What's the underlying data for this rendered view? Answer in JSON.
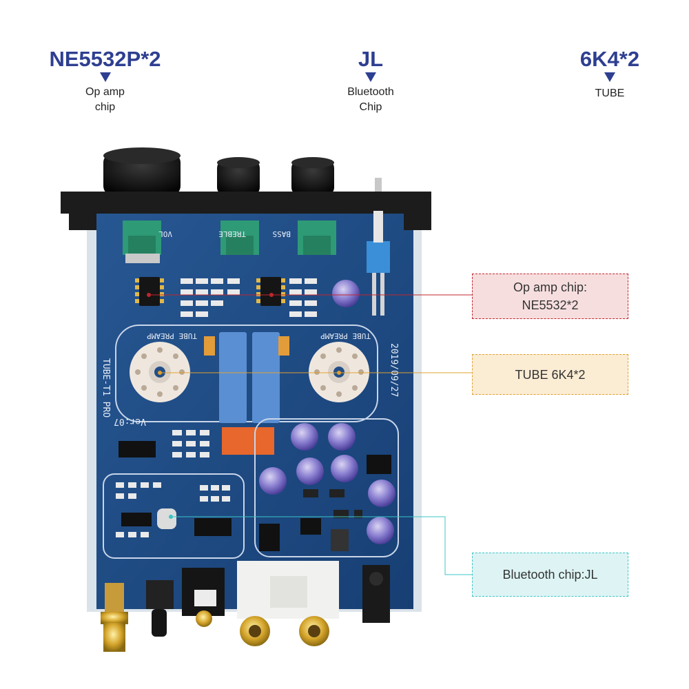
{
  "top_labels": [
    {
      "title": "NE5532P*2",
      "desc_line1": "Op amp",
      "desc_line2": "chip"
    },
    {
      "title": "JL",
      "desc_line1": "Bluetooth",
      "desc_line2": "Chip"
    },
    {
      "title": "6K4*2",
      "desc_line1": "TUBE",
      "desc_line2": ""
    }
  ],
  "callouts": [
    {
      "line1": "Op amp chip:",
      "line2": "NE5532*2"
    },
    {
      "line1": "TUBE 6K4*2",
      "line2": ""
    },
    {
      "line1": "Bluetooth chip:JL",
      "line2": ""
    }
  ],
  "colors": {
    "accent": "#2e3f91",
    "pcb": "#1d4b86",
    "red_line": "#c0262e",
    "orange_line": "#e0a030",
    "cyan_line": "#3cc4c4"
  },
  "board_text": {
    "vol": "VOL",
    "treble": "TREBLE",
    "bass": "BASS",
    "tube_preamp_left": "TUBE PREAMP",
    "tube_preamp_right": "TUBE PREAMP",
    "model": "TUBE-T1 PRO",
    "date": "2019/09/27",
    "version": "Ver:07"
  }
}
